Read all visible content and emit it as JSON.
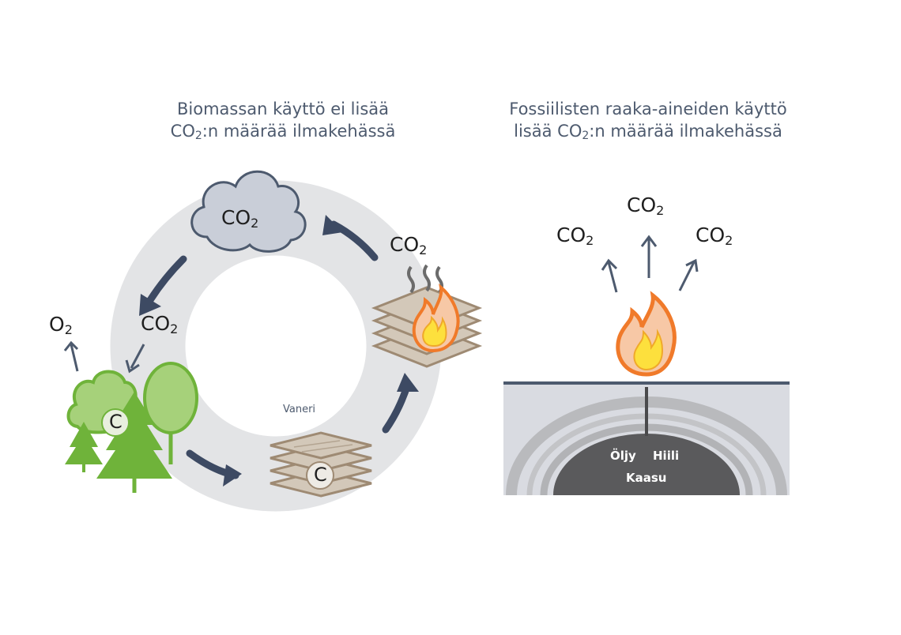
{
  "left": {
    "title_line1": "Biomassan käyttö ei lisää",
    "title_line2_prefix": "CO",
    "title_line2_sub": "2",
    "title_line2_suffix": ":n määrää ilmakehässä",
    "cloud": {
      "text": "CO",
      "sub": "2"
    },
    "burn": {
      "text": "CO",
      "sub": "2"
    },
    "absorb": {
      "text": "CO",
      "sub": "2"
    },
    "oxygen": {
      "text": "O",
      "sub": "2"
    },
    "tree_carbon": "C",
    "plywood_carbon": "C",
    "plywood_label": "Vaneri"
  },
  "right": {
    "title_line1": "Fossiilisten raaka-aineiden käyttö",
    "title_line2_prefix": "lisää CO",
    "title_line2_sub": "2",
    "title_line2_suffix": ":n määrää ilmakehässä",
    "emissions": [
      {
        "text": "CO",
        "sub": "2"
      },
      {
        "text": "CO",
        "sub": "2"
      },
      {
        "text": "CO",
        "sub": "2"
      }
    ],
    "deposits": {
      "oil": "Öljy",
      "coal": "Hiili",
      "gas": "Kaasu"
    }
  },
  "colors": {
    "text_title": "#4d5a6e",
    "arrow": "#3d4a63",
    "ring": "#e3e4e6",
    "cloud": "#c9ced8",
    "green_light": "#9bcb6a",
    "green_dark": "#6fb33a",
    "wood": "#cfc3b4",
    "wood_stroke": "#9e8a73",
    "flame_outer": "#f07a2a",
    "flame_inner": "#fde03d",
    "ground": "#d9dbe1",
    "deposit": "#5a5a5c"
  }
}
